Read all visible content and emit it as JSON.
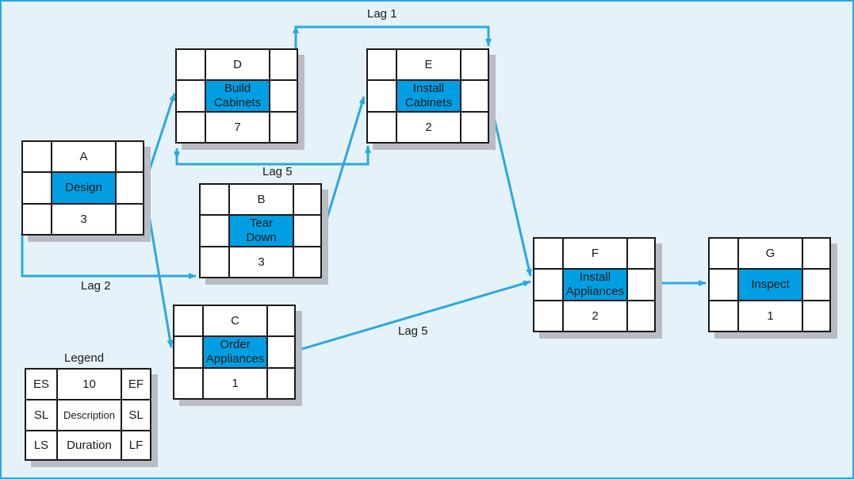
{
  "nodes": {
    "A": {
      "id": "A",
      "description": "Design",
      "duration": "3"
    },
    "B": {
      "id": "B",
      "description": "Tear\nDown",
      "duration": "3"
    },
    "C": {
      "id": "C",
      "description": "Order\nAppliances",
      "duration": "1"
    },
    "D": {
      "id": "D",
      "description": "Build\nCabinets",
      "duration": "7"
    },
    "E": {
      "id": "E",
      "description": "Install\nCabinets",
      "duration": "2"
    },
    "F": {
      "id": "F",
      "description": "Install\nAppliances",
      "duration": "2"
    },
    "G": {
      "id": "G",
      "description": "Inspect",
      "duration": "1"
    }
  },
  "lag_labels": {
    "d_e_top": "Lag 1",
    "d_e_bottom": "Lag 5",
    "a_b": "Lag 2",
    "c_f": "Lag 5"
  },
  "legend": {
    "title": "Legend",
    "es": "ES",
    "early_value": "10",
    "ef": "EF",
    "sl_left": "SL",
    "description": "Description",
    "sl_right": "SL",
    "ls": "LS",
    "duration": "Duration",
    "lf": "LF"
  },
  "colors": {
    "arrow": "#2aa9e0",
    "highlight": "#009fe3",
    "background": "#e6f2f9"
  }
}
